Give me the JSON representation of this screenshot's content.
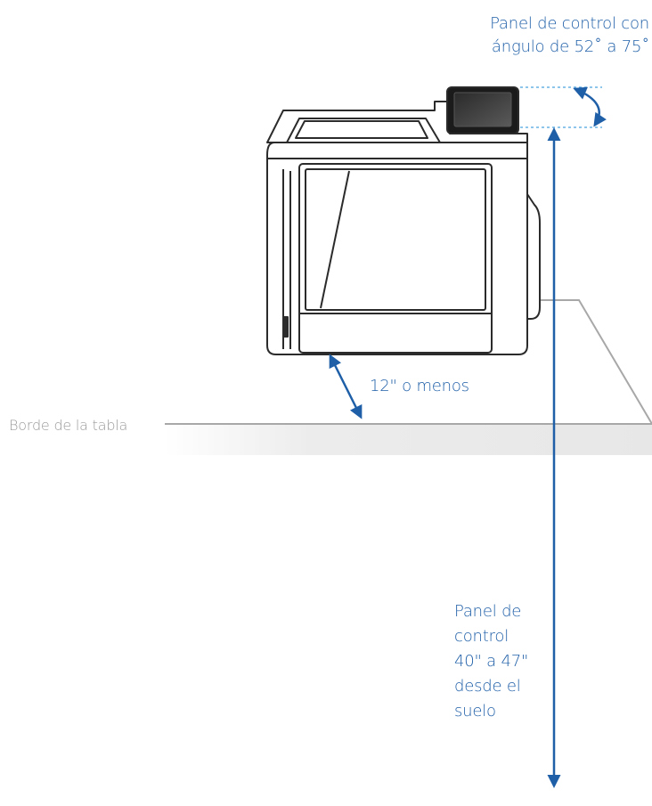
{
  "labels": {
    "control_panel_angle": [
      "Panel de control con",
      "ángulo de 52˚ a 75˚"
    ],
    "reach_distance": "12\" o menos",
    "table_edge": "Borde de la tabla",
    "control_panel_height": [
      "Panel de",
      "control",
      "40\" a 47\"",
      "desde el",
      "suelo"
    ]
  },
  "colors": {
    "accent_blue": "#1f5fa8",
    "outline": "#2b2b2b",
    "table_gray": "#9a9a9a",
    "guide_dashed": "#4aa3df"
  }
}
